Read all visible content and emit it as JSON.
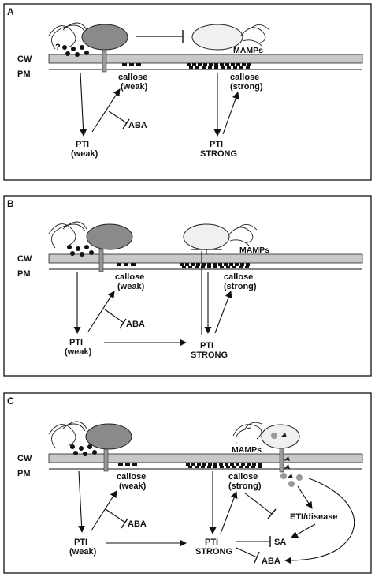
{
  "panels": [
    {
      "letter": "A",
      "cw": "CW",
      "pm": "PM",
      "question": "?",
      "mamps": "MAMPs",
      "callose_weak": [
        "callose",
        "(weak)"
      ],
      "callose_strong": [
        "callose",
        "(strong)"
      ],
      "aba": "ABA",
      "pti_weak": [
        "PTI",
        "(weak)"
      ],
      "pti_strong": [
        "PTI",
        "STRONG"
      ]
    },
    {
      "letter": "B",
      "cw": "CW",
      "pm": "PM",
      "mamps": "MAMPs",
      "callose_weak": [
        "callose",
        "(weak)"
      ],
      "callose_strong": [
        "callose",
        "(strong)"
      ],
      "aba": "ABA",
      "pti_weak": [
        "PTI",
        "(weak)"
      ],
      "pti_strong": [
        "PTI",
        "STRONG"
      ]
    },
    {
      "letter": "C",
      "cw": "CW",
      "pm": "PM",
      "mamps": "MAMPs",
      "callose_weak": [
        "callose",
        "(weak)"
      ],
      "callose_strong": [
        "callose",
        "(strong)"
      ],
      "aba": "ABA",
      "aba2": "ABA",
      "pti_weak": [
        "PTI",
        "(weak)"
      ],
      "pti_strong": [
        "PTI",
        "STRONG"
      ],
      "eti": "ETI/disease",
      "sa": "SA"
    }
  ]
}
